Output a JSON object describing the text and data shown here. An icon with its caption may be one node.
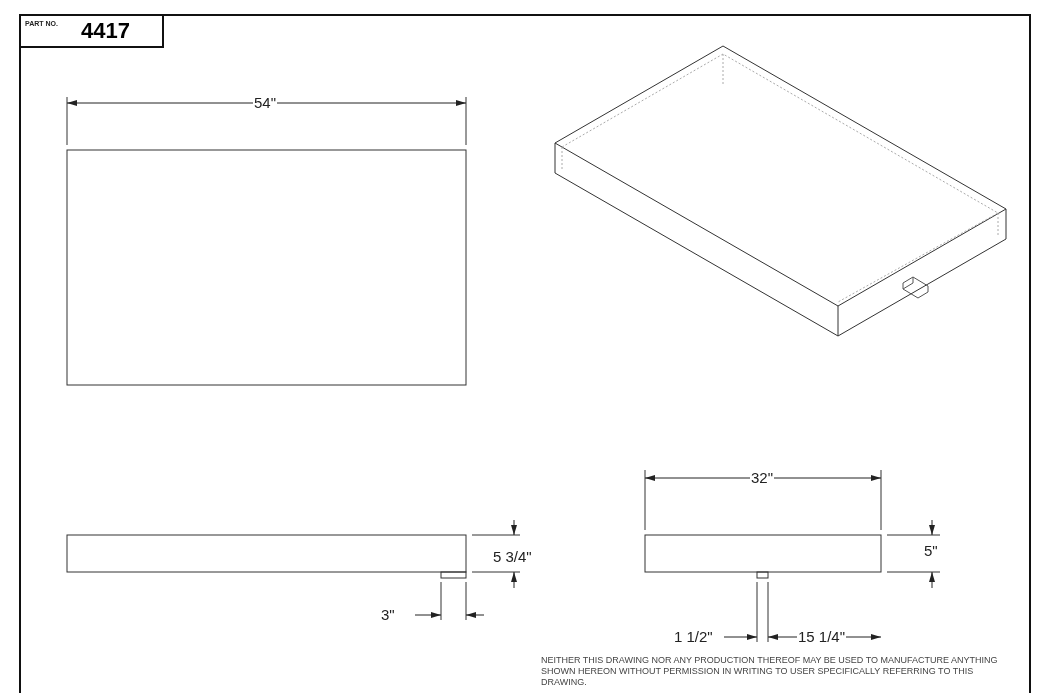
{
  "diagram": {
    "labels": [
      "PART NO.",
      "4417",
      "54\"",
      "5 3/4\"",
      "3\"",
      "32\"",
      "5\"",
      "1 1/2\"",
      "15 1/4\"",
      "NEITHER THIS DRAWING NOR ANY PRODUCTION THEREOF MAY BE USED TO MANUFACTURE ANYTHING SHOWN HEREON WITHOUT PERMISSION IN WRITING TO USER SPECIFICALLY REFERRING TO THIS DRAWING."
    ]
  }
}
